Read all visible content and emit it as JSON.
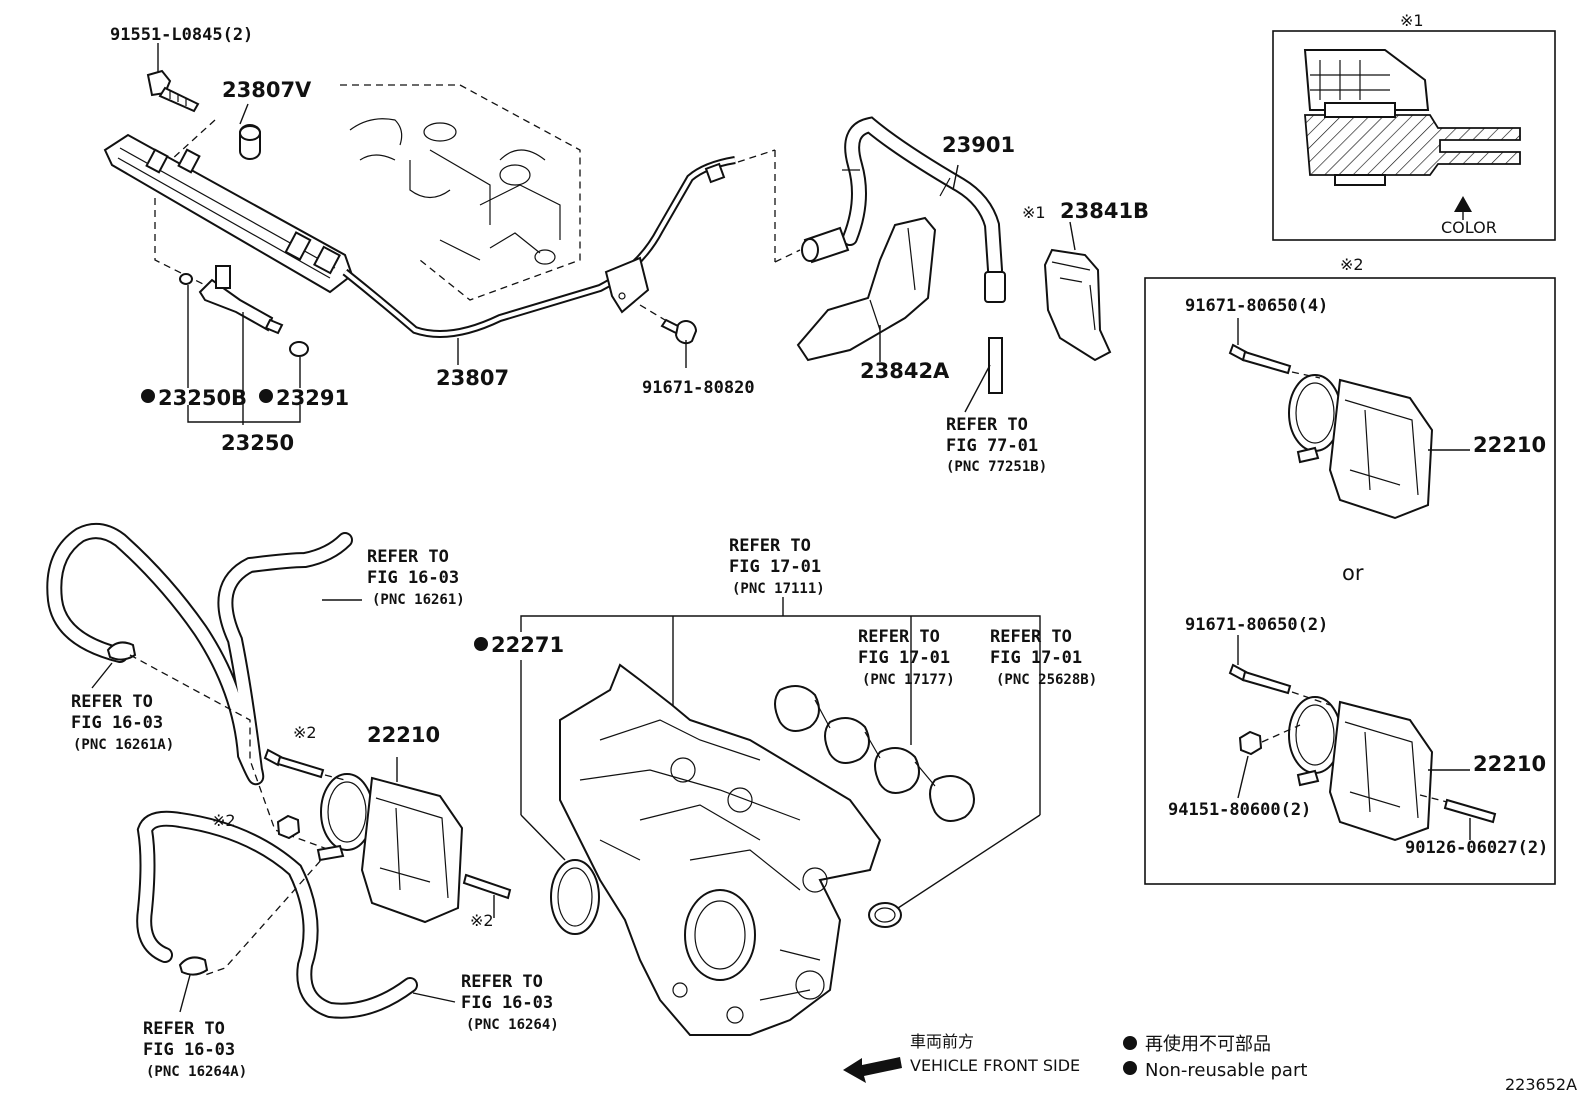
{
  "diagram_id": "223652A",
  "labels": {
    "p91551": "91551-L0845(2)",
    "p23807V": "23807V",
    "p23250B": "23250B",
    "p23291": "23291",
    "p23250": "23250",
    "p23807": "23807",
    "p91671_80820": "91671-80820",
    "p23901": "23901",
    "p23841B": "23841B",
    "p23842A": "23842A",
    "p22271": "22271",
    "p22210_main": "22210",
    "p22210_box_a": "22210",
    "p22210_box_b": "22210",
    "p91671_80650_4": "91671-80650(4)",
    "p91671_80650_2": "91671-80650(2)",
    "p94151": "94151-80600(2)",
    "p90126": "90126-06027(2)",
    "or": "or",
    "color": "COLOR"
  },
  "marks": {
    "ref1": "※1",
    "ref2": "※2"
  },
  "refs": [
    {
      "line1": "REFER TO",
      "line2": "FIG 77-01",
      "pnc": "(PNC 77251B)"
    },
    {
      "line1": "REFER TO",
      "line2": "FIG 16-03",
      "pnc": "(PNC 16261)"
    },
    {
      "line1": "REFER TO",
      "line2": "FIG 16-03",
      "pnc": "(PNC 16261A)"
    },
    {
      "line1": "REFER TO",
      "line2": "FIG 17-01",
      "pnc": "(PNC 17111)"
    },
    {
      "line1": "REFER TO",
      "line2": "FIG 17-01",
      "pnc": "(PNC 17177)"
    },
    {
      "line1": "REFER TO",
      "line2": "FIG 17-01",
      "pnc": "(PNC 25628B)"
    },
    {
      "line1": "REFER TO",
      "line2": "FIG 16-03",
      "pnc": "(PNC 16264)"
    },
    {
      "line1": "REFER TO",
      "line2": "FIG 16-03",
      "pnc": "(PNC 16264A)"
    }
  ],
  "legend": {
    "front_jp": "車両前方",
    "front_en": "VEHICLE FRONT SIDE",
    "nonreuse_jp": "再使用不可部品",
    "nonreuse_en": "Non-reusable part"
  }
}
